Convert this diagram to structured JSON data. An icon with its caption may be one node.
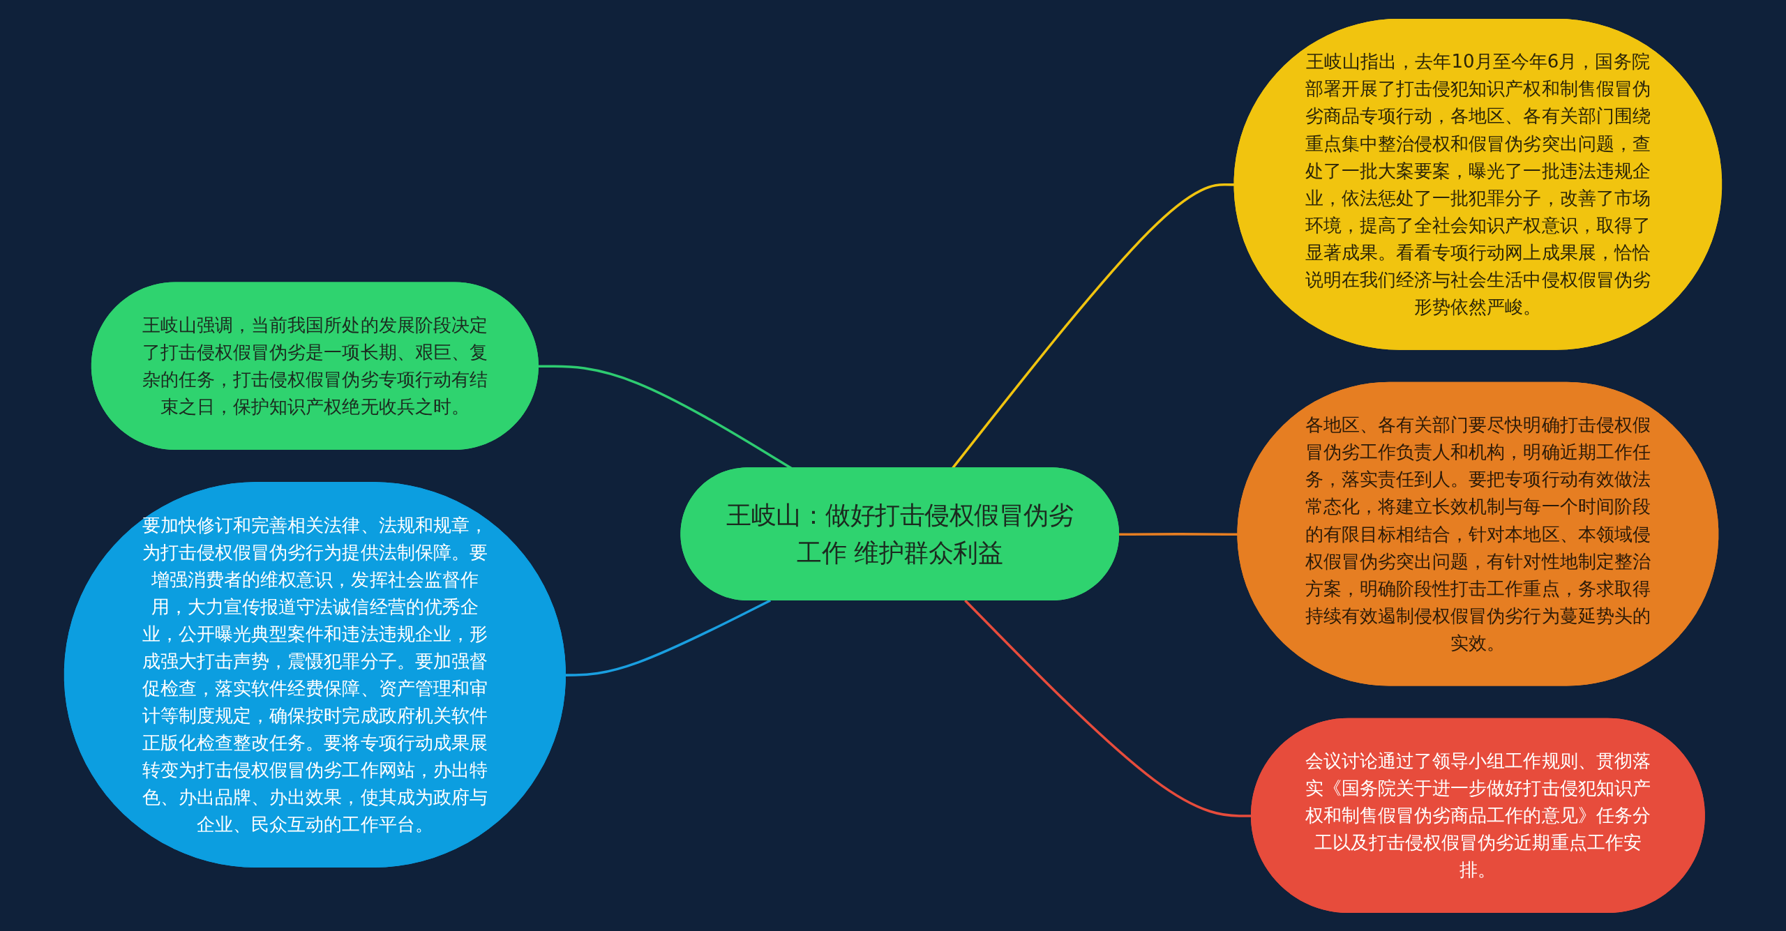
{
  "diagram": {
    "nodes": [
      {
        "text": [
          "王岐山：做好打击侵权假冒伪劣工作 维护群众利益"
        ]
      },
      {
        "text": [
          "王岐山指出，去年10月至今年6月，国务院部署开展了打击侵犯知识产权和制售假冒伪劣商品专项行动，各地区、各有关部门围绕重点集中整治侵权和假冒伪劣突出问题，查处了一批大案要案，曝光了一批违法违规企业，依法惩处了一批犯罪分子，改善了市场环境，提高了全社会知识产权意识，取得了显著成果。看看专项行动网上成果展，恰恰说明在我们经济与社会生活中侵权假冒伪劣形势依然严峻。"
        ]
      },
      {
        "text": [
          "王岐山强调，当前我国所处的发展阶段决定了打击侵权假冒伪劣是一项长期、艰巨、复杂的任务，打击侵权假冒伪劣专项行动有结束之日，保护知识产权绝无收兵之时。"
        ]
      },
      {
        "text": [
          "各地区、各有关部门要尽快明确打击侵权假冒伪劣工作负责人和机构，明确近期工作任务，落实责任到人。要把专项行动有效做法常态化，将建立长效机制与每一个时间阶段的有限目标相结合，针对本地区、本领域侵权假冒伪劣突出问题，有针对性地制定整治方案，明确阶段性打击工作重点，务求取得持续有效遏制侵权假冒伪劣行为蔓延势头的实效。"
        ]
      },
      {
        "text": [
          "要加快修订和完善相关法律、法规和规章，为打击侵权假冒伪劣行为提供法制保障。要增强消费者的维权意识，发挥社会监督作用，大力宣传报道守法诚信经营的优秀企业，公开曝光典型案件和违法违规企业，形成强大打击声势，震慑犯罪分子。要加强督促检查，落实软件经费保障、资产管理和审计等制度规定，确保按时完成政府机关软件正版化检查整改任务。要将专项行动成果展转变为打击侵权假冒伪劣工作网站，办出特色、办出品牌、办出效果，使其成为政府与企业、民众互动的工作平台。"
        ]
      },
      {
        "text": [
          "会议讨论通过了领导小组工作规则、贯彻落实《国务院关于进一步做好打击侵犯知识产权和制售假冒伪劣商品工作的意见》任务分工以及打击侵权假冒伪劣近期重点工作安排。"
        ]
      }
    ],
    "edges": [
      {
        "from": 0,
        "to": 1,
        "arrow": "none",
        "color": "#f1c40f"
      },
      {
        "from": 0,
        "to": 2,
        "arrow": "none",
        "color": "#2ecc71"
      },
      {
        "from": 0,
        "to": 3,
        "arrow": "none",
        "color": "#e67e22"
      },
      {
        "from": 0,
        "to": 4,
        "arrow": "none",
        "color": "#1a9fe0"
      },
      {
        "from": 0,
        "to": 5,
        "arrow": "none",
        "color": "#e74c3c"
      }
    ]
  }
}
